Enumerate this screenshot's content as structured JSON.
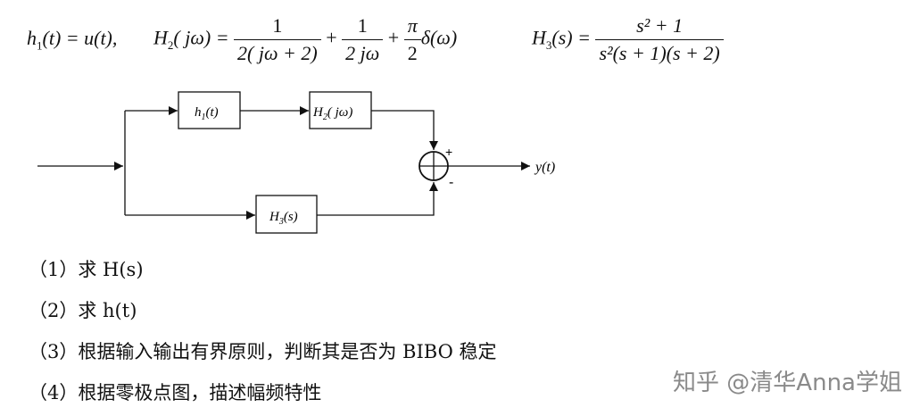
{
  "equations": {
    "h1": {
      "lhs": "h",
      "sub": "1",
      "arg": "(t)",
      "eq": " = u(t),",
      "full": "h1(t) = u(t),"
    },
    "h2": {
      "lhs": "H",
      "sub": "2",
      "arg": "( jω) =",
      "term1_num": "1",
      "term1_den": "2( jω + 2)",
      "plus1": "+",
      "term2_num": "1",
      "term2_den": "2 jω",
      "plus2": "+",
      "term3_num": "π",
      "term3_den": "2",
      "delta": "δ(ω)"
    },
    "h3": {
      "lhs": "H",
      "sub": "3",
      "arg": "(s) =",
      "num": "s² + 1",
      "den": "s²(s + 1)(s + 2)"
    }
  },
  "diagram": {
    "block_h1": {
      "name": "h",
      "sub": "1",
      "arg": "(t)"
    },
    "block_h2": {
      "name": "H",
      "sub": "2",
      "arg": "( jω)"
    },
    "block_h3": {
      "name": "H",
      "sub": "3",
      "arg": "(s)"
    },
    "sum_plus": "+",
    "sum_minus": "-",
    "output": "y(t)"
  },
  "questions": [
    "（1）求 H(s)",
    "（2）求 h(t)",
    "（3）根据输入输出有界原则，判断其是否为 BIBO 稳定",
    "（4）根据零极点图，描述幅频特性"
  ],
  "watermark": "知乎 @清华Anna学姐"
}
